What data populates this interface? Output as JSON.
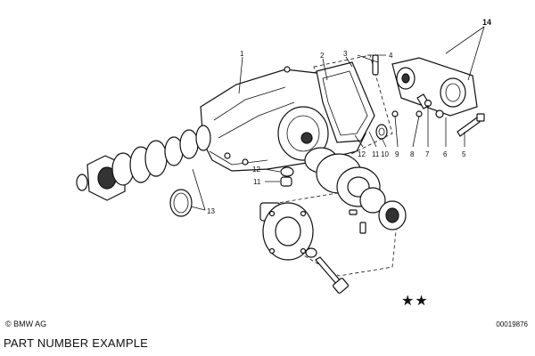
{
  "diagram": {
    "callouts": {
      "c1": "1",
      "c2": "2",
      "c3": "3",
      "c4": "4",
      "c5": "5",
      "c6": "6",
      "c7": "7",
      "c8": "8",
      "c9": "9",
      "c10": "10",
      "c11a": "11",
      "c11b": "11",
      "c12a": "12",
      "c12b": "12",
      "c13": "13",
      "c14": "14"
    },
    "stars": "★★",
    "copyright": "© BMW AG",
    "diagram_id": "00019876",
    "caption": "PART NUMBER EXAMPLE"
  }
}
